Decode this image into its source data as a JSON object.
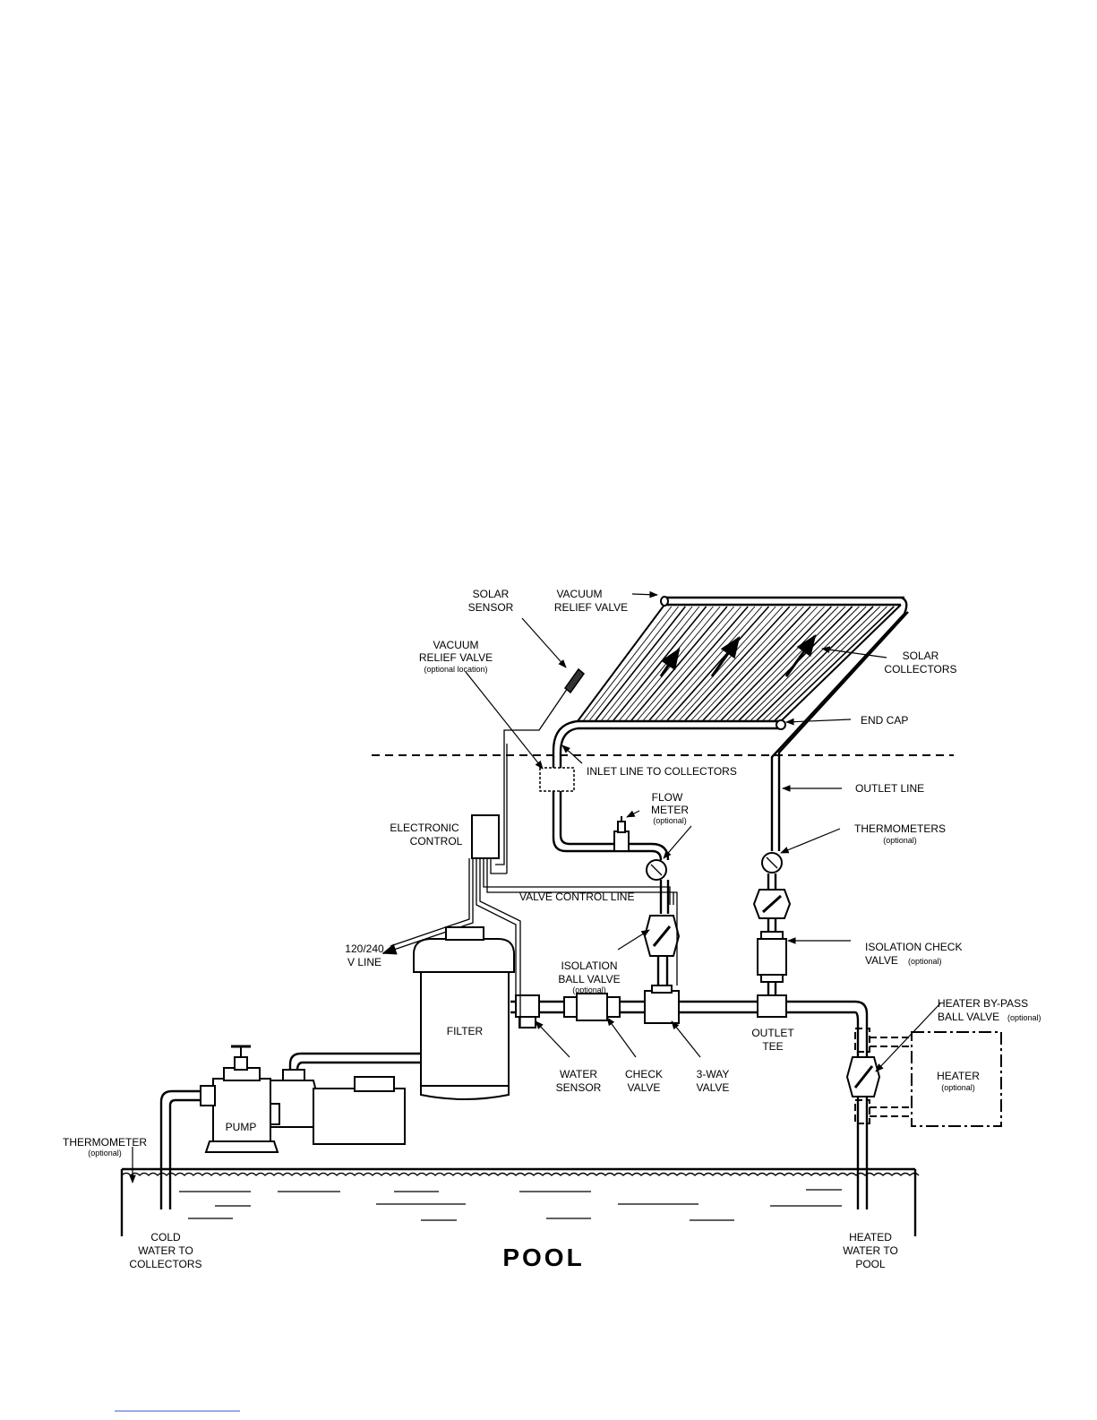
{
  "labels": {
    "solar_sensor": [
      "SOLAR",
      "SENSOR"
    ],
    "vacuum_relief_top": [
      "VACUUM",
      "RELIEF VALVE"
    ],
    "vacuum_relief_optional": [
      "VACUUM",
      "RELIEF VALVE"
    ],
    "vacuum_relief_optional_note": "(optional location)",
    "solar_collectors": [
      "SOLAR",
      "COLLECTORS"
    ],
    "end_cap": "END CAP",
    "inlet_line": "INLET LINE TO COLLECTORS",
    "outlet_line": "OUTLET LINE",
    "flow_meter": [
      "FLOW",
      "METER"
    ],
    "flow_meter_note": "(optional)",
    "thermometers": "THERMOMETERS",
    "thermometers_note": "(optional)",
    "electronic_control": [
      "ELECTRONIC",
      "CONTROL"
    ],
    "valve_control_line": "VALVE CONTROL LINE",
    "v_line": [
      "120/240",
      "V LINE"
    ],
    "isolation_ball_valve": [
      "ISOLATION",
      "BALL VALVE"
    ],
    "isolation_ball_valve_note": "(optional)",
    "isolation_check_valve": [
      "ISOLATION CHECK",
      "VALVE"
    ],
    "isolation_check_valve_note": "(optional)",
    "heater_bypass": [
      "HEATER BY-PASS",
      "BALL VALVE"
    ],
    "heater_bypass_note": "(optional)",
    "filter": "FILTER",
    "outlet_tee": [
      "OUTLET",
      "TEE"
    ],
    "heater": "HEATER",
    "heater_note": "(optional)",
    "water_sensor": [
      "WATER",
      "SENSOR"
    ],
    "check_valve": [
      "CHECK",
      "VALVE"
    ],
    "three_way_valve": [
      "3-WAY",
      "VALVE"
    ],
    "pump": "PUMP",
    "thermometer": "THERMOMETER",
    "thermometer_note": "(optional)",
    "cold_water": [
      "COLD",
      "WATER TO",
      "COLLECTORS"
    ],
    "heated_water": [
      "HEATED",
      "WATER TO",
      "POOL"
    ],
    "pool": "POOL"
  }
}
